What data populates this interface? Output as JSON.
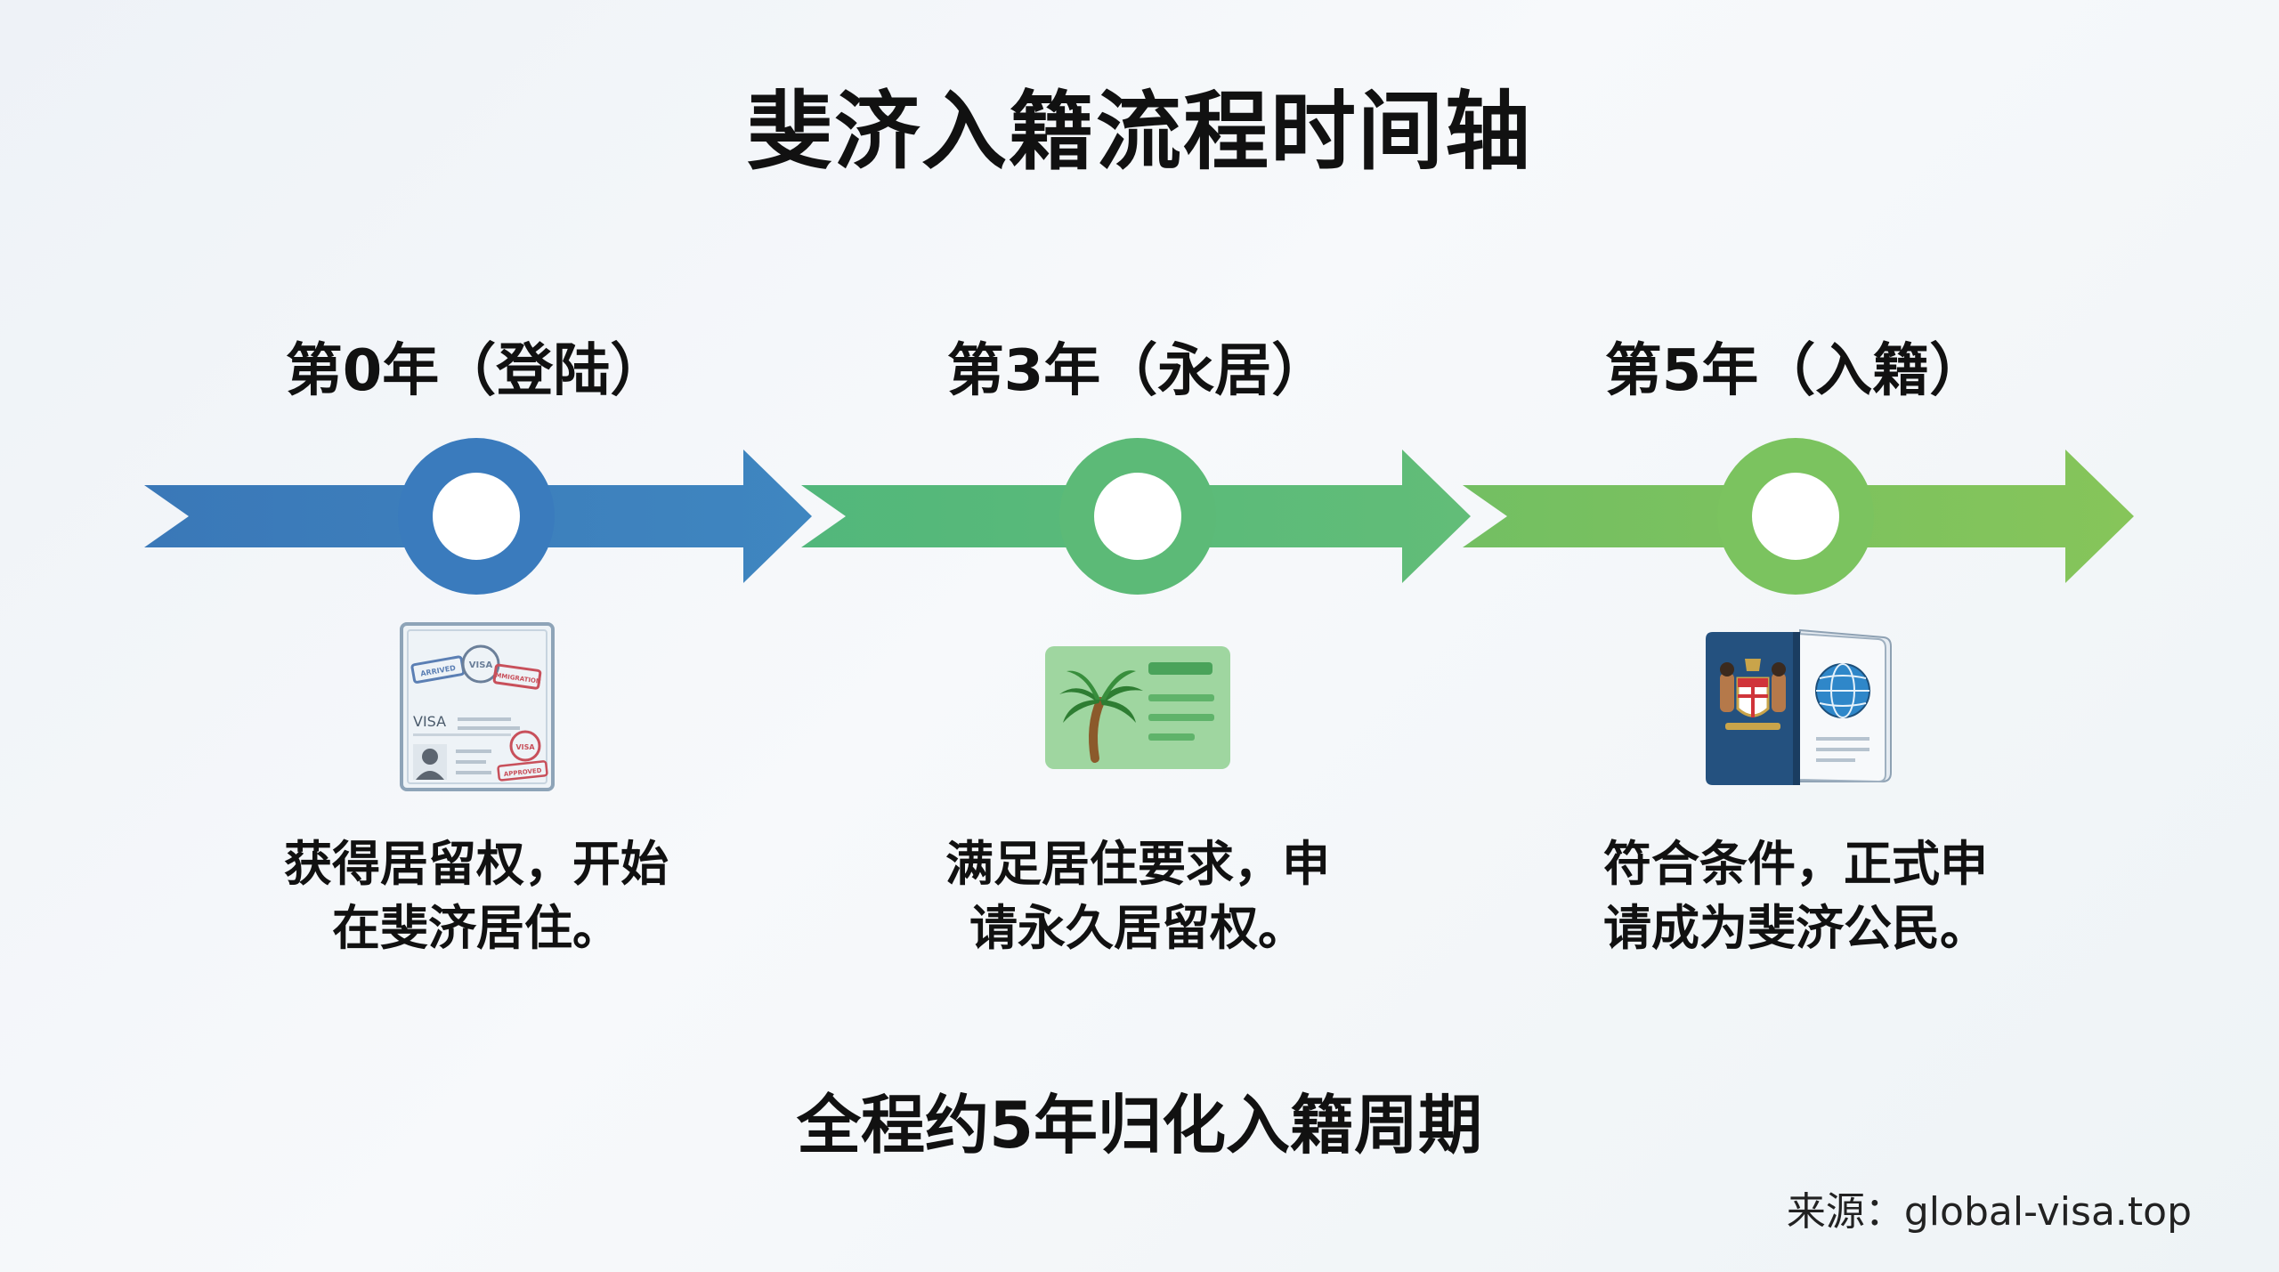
{
  "title": "斐济入籍流程时间轴",
  "summary": "全程约5年归化入籍周期",
  "source": "来源：global-visa.top",
  "colors": {
    "stage1": "#3b79b8",
    "stage2": "#58b97a",
    "stage3": "#7dc05e"
  },
  "stages": [
    {
      "label": "第0年（登陆）",
      "description": "获得居留权，开始\n在斐济居住。",
      "icon": "visa-stamped-passport-page-icon"
    },
    {
      "label": "第3年（永居）",
      "description": "满足居住要求，申\n请永久居留权。",
      "icon": "residence-card-icon"
    },
    {
      "label": "第5年（入籍）",
      "description": "符合条件，正式申\n请成为斐济公民。",
      "icon": "fiji-passport-icon"
    }
  ],
  "visa_icon_texts": {
    "page_label": "VISA",
    "stamp_visa": "VISA",
    "stamp_approved": "APPROVED",
    "stamp_arrived": "ARRIVED",
    "stamp_immigration": "IMMIGRATION"
  }
}
